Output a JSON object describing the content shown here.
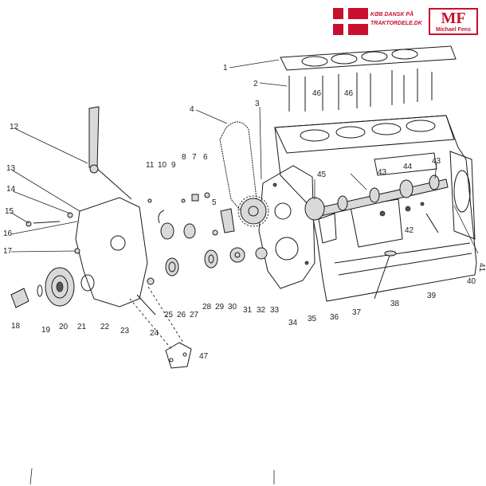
{
  "brand": {
    "tagline_line1": "KØB DANSK PÅ",
    "tagline_line2": "TRAKTORDELE.DK",
    "logo_letters": "MF",
    "logo_name": "Michael Fens",
    "flag_color": "#c8102e"
  },
  "callouts": [
    "1",
    "2",
    "3",
    "4",
    "5",
    "6",
    "7",
    "8",
    "9",
    "10",
    "11",
    "12",
    "13",
    "14",
    "15",
    "16",
    "17",
    "18",
    "19",
    "20",
    "21",
    "22",
    "23",
    "24",
    "25",
    "26",
    "27",
    "28",
    "29",
    "30",
    "31",
    "32",
    "33",
    "34",
    "35",
    "36",
    "37",
    "38",
    "39",
    "40",
    "41",
    "42",
    "43",
    "44",
    "45",
    "46",
    "47"
  ],
  "extra_callouts": {
    "c46b": "46",
    "c43b": "43"
  }
}
